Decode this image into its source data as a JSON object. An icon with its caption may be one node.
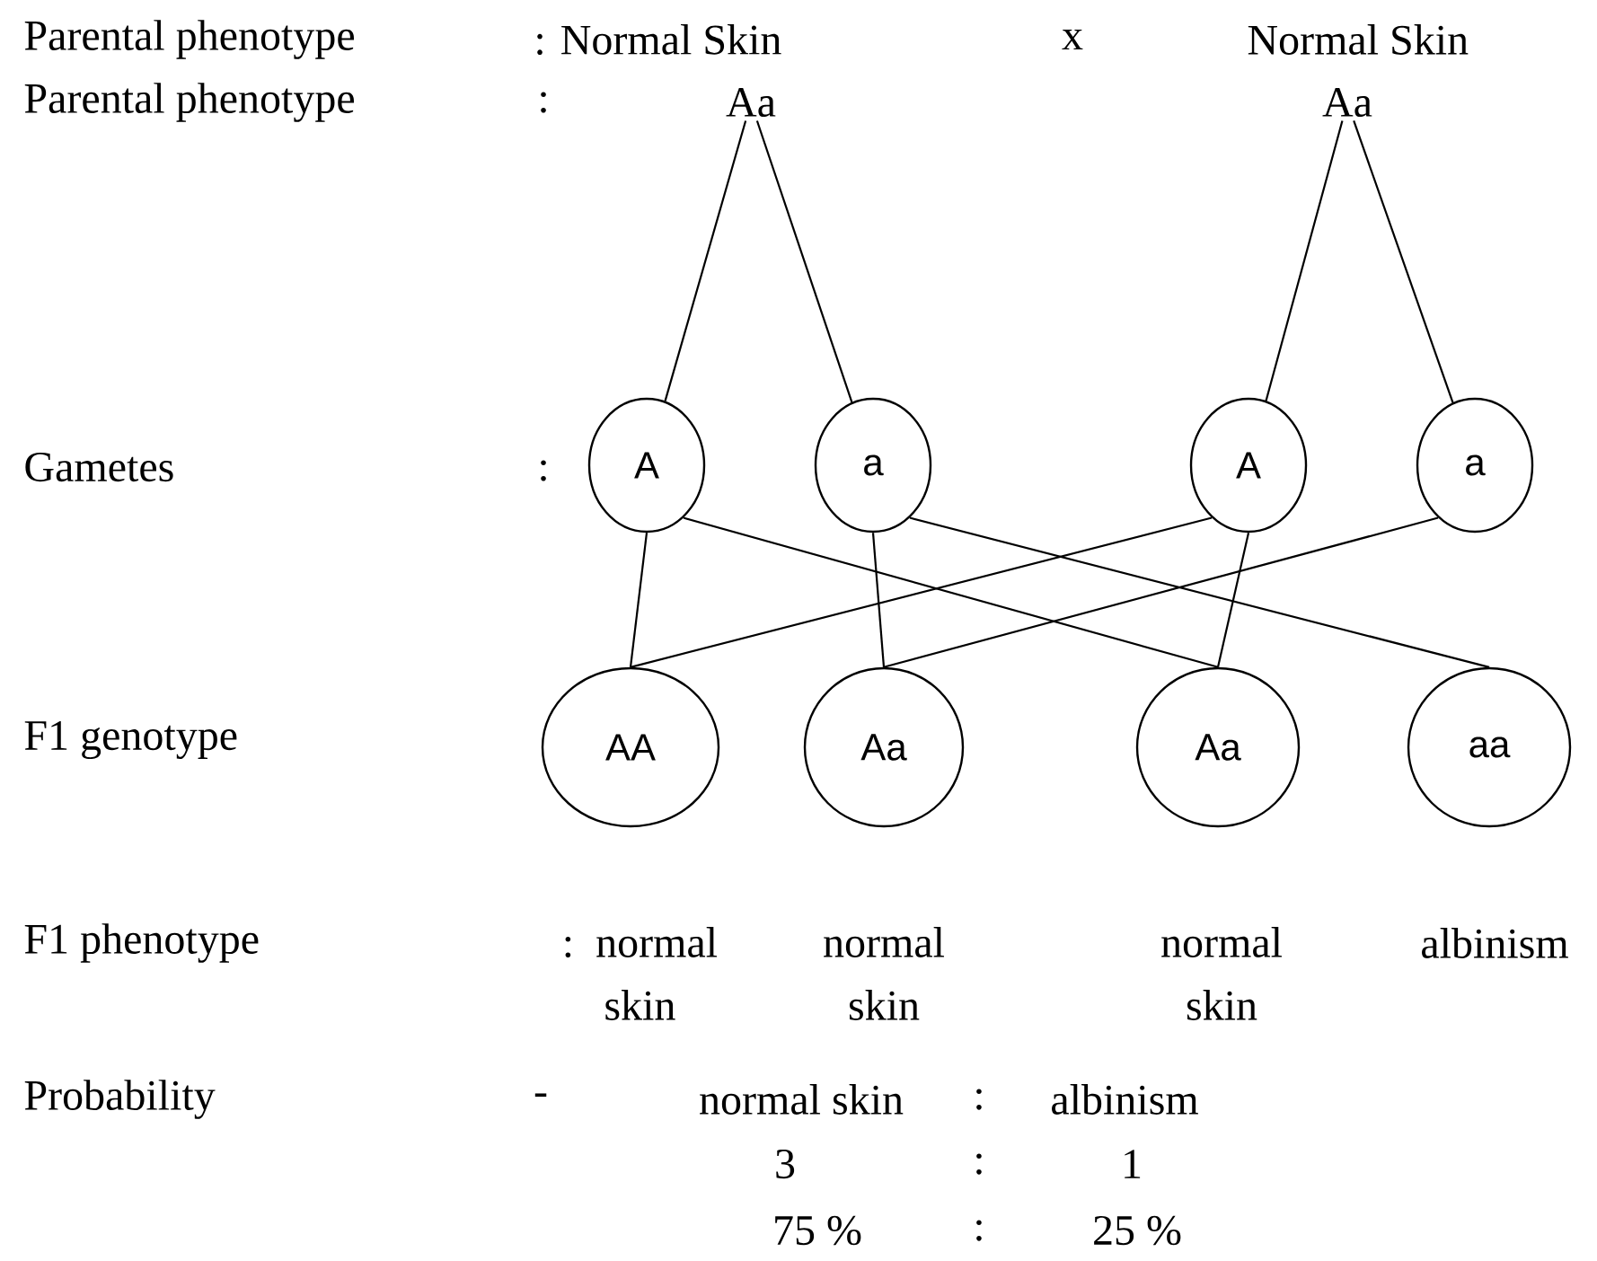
{
  "diagram": {
    "nodes": [
      {
        "text": [
          "Aa"
        ]
      },
      {
        "text": [
          "Aa"
        ]
      },
      {
        "text": [
          "A"
        ]
      },
      {
        "text": [
          "a"
        ]
      },
      {
        "text": [
          "A"
        ]
      },
      {
        "text": [
          "a"
        ]
      },
      {
        "text": [
          "AA"
        ]
      },
      {
        "text": [
          "Aa"
        ]
      },
      {
        "text": [
          "Aa"
        ]
      },
      {
        "text": [
          "aa"
        ]
      }
    ],
    "edges": [
      {
        "from": 0,
        "to": 2,
        "arrow": "none"
      },
      {
        "from": 0,
        "to": 3,
        "arrow": "none"
      },
      {
        "from": 1,
        "to": 4,
        "arrow": "none"
      },
      {
        "from": 1,
        "to": 5,
        "arrow": "none"
      },
      {
        "from": 2,
        "to": 6,
        "arrow": "none"
      },
      {
        "from": 2,
        "to": 8,
        "arrow": "none"
      },
      {
        "from": 3,
        "to": 7,
        "arrow": "none"
      },
      {
        "from": 3,
        "to": 9,
        "arrow": "none"
      },
      {
        "from": 4,
        "to": 6,
        "arrow": "none"
      },
      {
        "from": 4,
        "to": 8,
        "arrow": "none"
      },
      {
        "from": 5,
        "to": 7,
        "arrow": "none"
      }
    ],
    "labels": [
      "Parental phenotype",
      ": Normal Skin",
      "x",
      "Normal Skin",
      "Parental phenotype",
      ":",
      "Gametes",
      ":",
      "F1 genotype",
      "F1 phenotype",
      ": normal skin",
      "normal skin",
      "normal skin",
      "albinism",
      "Probability",
      "-",
      "normal skin",
      ":",
      "albinism",
      "3",
      ":",
      "1",
      "75 %",
      ":",
      "25 %"
    ]
  }
}
